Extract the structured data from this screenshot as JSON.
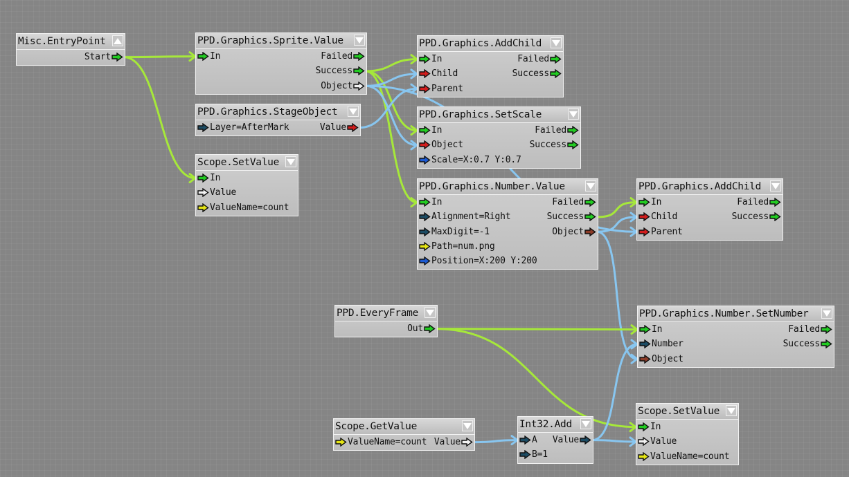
{
  "colors": {
    "flow_wire": "#a6e83a",
    "data_wire": "#88c6f0",
    "background": "#858585",
    "port_green": "#22cc22",
    "port_red": "#d21c1c",
    "port_white": "#f2f2f2",
    "port_yellow": "#e6e614",
    "port_darkblue": "#1c4c64",
    "port_blue": "#1c5ad2",
    "port_brown": "#8c3c28"
  },
  "nodes": [
    {
      "id": "misc-entrypoint",
      "title": "Misc.EntryPoint",
      "collapse": "up",
      "rows": [
        {
          "in": null,
          "out": {
            "label": "Start",
            "color": "green"
          }
        }
      ]
    },
    {
      "id": "sprite-value",
      "title": "PPD.Graphics.Sprite.Value",
      "collapse": "down",
      "rows": [
        {
          "in": {
            "label": "In",
            "color": "green"
          },
          "out": {
            "label": "Failed",
            "color": "green"
          }
        },
        {
          "in": null,
          "out": {
            "label": "Success",
            "color": "green"
          }
        },
        {
          "in": null,
          "out": {
            "label": "Object",
            "color": "white"
          }
        }
      ]
    },
    {
      "id": "stage-object",
      "title": "PPD.Graphics.StageObject",
      "collapse": "down",
      "rows": [
        {
          "in": {
            "label": "Layer=AfterMark",
            "color": "darkblue"
          },
          "out": {
            "label": "Value",
            "color": "red"
          }
        }
      ]
    },
    {
      "id": "scope-setvalue-1",
      "title": "Scope.SetValue",
      "collapse": "down",
      "rows": [
        {
          "in": {
            "label": "In",
            "color": "green"
          },
          "out": null
        },
        {
          "in": {
            "label": "Value",
            "color": "white"
          },
          "out": null
        },
        {
          "in": {
            "label": "ValueName=count",
            "color": "yellow"
          },
          "out": null
        }
      ]
    },
    {
      "id": "addchild-1",
      "title": "PPD.Graphics.AddChild",
      "collapse": "down",
      "rows": [
        {
          "in": {
            "label": "In",
            "color": "green"
          },
          "out": {
            "label": "Failed",
            "color": "green"
          }
        },
        {
          "in": {
            "label": "Child",
            "color": "red"
          },
          "out": {
            "label": "Success",
            "color": "green"
          }
        },
        {
          "in": {
            "label": "Parent",
            "color": "red"
          },
          "out": null
        }
      ]
    },
    {
      "id": "setscale",
      "title": "PPD.Graphics.SetScale",
      "collapse": "down",
      "rows": [
        {
          "in": {
            "label": "In",
            "color": "green"
          },
          "out": {
            "label": "Failed",
            "color": "green"
          }
        },
        {
          "in": {
            "label": "Object",
            "color": "red"
          },
          "out": {
            "label": "Success",
            "color": "green"
          }
        },
        {
          "in": {
            "label": "Scale=X:0.7 Y:0.7",
            "color": "blue"
          },
          "out": null
        }
      ]
    },
    {
      "id": "number-value",
      "title": "PPD.Graphics.Number.Value",
      "collapse": "down",
      "rows": [
        {
          "in": {
            "label": "In",
            "color": "green"
          },
          "out": {
            "label": "Failed",
            "color": "green"
          }
        },
        {
          "in": {
            "label": "Alignment=Right",
            "color": "darkblue"
          },
          "out": {
            "label": "Success",
            "color": "green"
          }
        },
        {
          "in": {
            "label": "MaxDigit=-1",
            "color": "darkblue"
          },
          "out": {
            "label": "Object",
            "color": "brown"
          }
        },
        {
          "in": {
            "label": "Path=num.png",
            "color": "yellow"
          },
          "out": null
        },
        {
          "in": {
            "label": "Position=X:200 Y:200",
            "color": "blue"
          },
          "out": null
        }
      ]
    },
    {
      "id": "addchild-2",
      "title": "PPD.Graphics.AddChild",
      "collapse": "down",
      "rows": [
        {
          "in": {
            "label": "In",
            "color": "green"
          },
          "out": {
            "label": "Failed",
            "color": "green"
          }
        },
        {
          "in": {
            "label": "Child",
            "color": "red"
          },
          "out": {
            "label": "Success",
            "color": "green"
          }
        },
        {
          "in": {
            "label": "Parent",
            "color": "red"
          },
          "out": null
        }
      ]
    },
    {
      "id": "everyframe",
      "title": "PPD.EveryFrame",
      "collapse": "down",
      "rows": [
        {
          "in": null,
          "out": {
            "label": "Out",
            "color": "green"
          }
        }
      ]
    },
    {
      "id": "setnumber",
      "title": "PPD.Graphics.Number.SetNumber",
      "collapse": "down",
      "rows": [
        {
          "in": {
            "label": "In",
            "color": "green"
          },
          "out": {
            "label": "Failed",
            "color": "green"
          }
        },
        {
          "in": {
            "label": "Number",
            "color": "darkblue"
          },
          "out": {
            "label": "Success",
            "color": "green"
          }
        },
        {
          "in": {
            "label": "Object",
            "color": "brown"
          },
          "out": null
        }
      ]
    },
    {
      "id": "scope-getvalue",
      "title": "Scope.GetValue",
      "collapse": "down",
      "rows": [
        {
          "in": {
            "label": "ValueName=count",
            "color": "yellow"
          },
          "out": {
            "label": "Value",
            "color": "white"
          }
        }
      ]
    },
    {
      "id": "int32-add",
      "title": "Int32.Add",
      "collapse": "down",
      "rows": [
        {
          "in": {
            "label": "A",
            "color": "darkblue"
          },
          "out": {
            "label": "Value",
            "color": "darkblue"
          }
        },
        {
          "in": {
            "label": "B=1",
            "color": "darkblue"
          },
          "out": null
        }
      ]
    },
    {
      "id": "scope-setvalue-2",
      "title": "Scope.SetValue",
      "collapse": "down",
      "rows": [
        {
          "in": {
            "label": "In",
            "color": "green"
          },
          "out": null
        },
        {
          "in": {
            "label": "Value",
            "color": "white"
          },
          "out": null
        },
        {
          "in": {
            "label": "ValueName=count",
            "color": "yellow"
          },
          "out": null
        }
      ]
    }
  ],
  "connections": [
    {
      "from": [
        "misc-entrypoint",
        "Start"
      ],
      "to": [
        "sprite-value",
        "In"
      ],
      "kind": "flow"
    },
    {
      "from": [
        "misc-entrypoint",
        "Start"
      ],
      "to": [
        "scope-setvalue-1",
        "In"
      ],
      "kind": "flow"
    },
    {
      "from": [
        "sprite-value",
        "Success"
      ],
      "to": [
        "addchild-1",
        "In"
      ],
      "kind": "flow"
    },
    {
      "from": [
        "sprite-value",
        "Success"
      ],
      "to": [
        "setscale",
        "In"
      ],
      "kind": "flow"
    },
    {
      "from": [
        "sprite-value",
        "Success"
      ],
      "to": [
        "number-value",
        "In"
      ],
      "kind": "flow"
    },
    {
      "from": [
        "sprite-value",
        "Object"
      ],
      "to": [
        "addchild-1",
        "Child"
      ],
      "kind": "data"
    },
    {
      "from": [
        "sprite-value",
        "Object"
      ],
      "to": [
        "setscale",
        "Object"
      ],
      "kind": "data"
    },
    {
      "from": [
        "sprite-value",
        "Object"
      ],
      "to": [
        "addchild-2",
        "Parent"
      ],
      "kind": "data"
    },
    {
      "from": [
        "stage-object",
        "Value"
      ],
      "to": [
        "addchild-1",
        "Parent"
      ],
      "kind": "data"
    },
    {
      "from": [
        "number-value",
        "Success"
      ],
      "to": [
        "addchild-2",
        "In"
      ],
      "kind": "flow"
    },
    {
      "from": [
        "number-value",
        "Object"
      ],
      "to": [
        "addchild-2",
        "Child"
      ],
      "kind": "data"
    },
    {
      "from": [
        "number-value",
        "Object"
      ],
      "to": [
        "setnumber",
        "Object"
      ],
      "kind": "data"
    },
    {
      "from": [
        "everyframe",
        "Out"
      ],
      "to": [
        "setnumber",
        "In"
      ],
      "kind": "flow"
    },
    {
      "from": [
        "everyframe",
        "Out"
      ],
      "to": [
        "scope-setvalue-2",
        "In"
      ],
      "kind": "flow"
    },
    {
      "from": [
        "scope-getvalue",
        "Value"
      ],
      "to": [
        "int32-add",
        "A"
      ],
      "kind": "data"
    },
    {
      "from": [
        "int32-add",
        "Value"
      ],
      "to": [
        "setnumber",
        "Number"
      ],
      "kind": "data"
    },
    {
      "from": [
        "int32-add",
        "Value"
      ],
      "to": [
        "scope-setvalue-2",
        "Value"
      ],
      "kind": "data"
    }
  ]
}
